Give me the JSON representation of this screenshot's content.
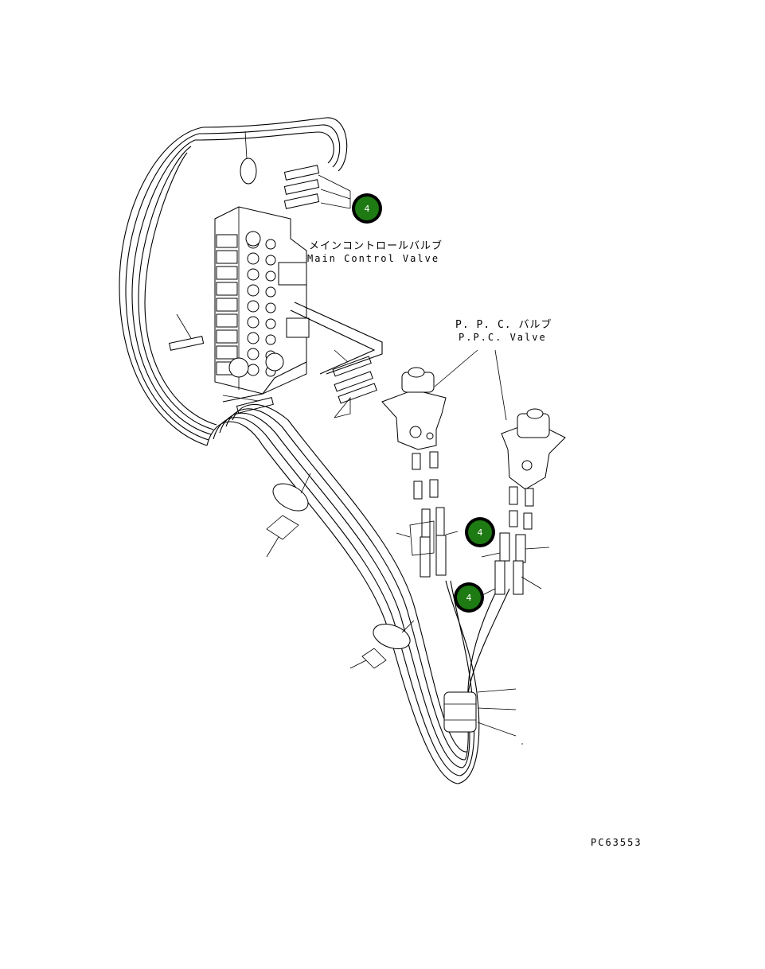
{
  "labels": {
    "main_valve_jp": "メインコントロールバルブ",
    "main_valve_en": "Main Control Valve",
    "ppc_jp": "P. P. C. バルブ",
    "ppc_en": "P.P.C. Valve",
    "drawing_code": "PC63553"
  },
  "callouts": [
    {
      "number": "4"
    },
    {
      "number": "4"
    },
    {
      "number": "4"
    }
  ],
  "colors": {
    "callout_fill": "#1e7a12",
    "callout_ring": "#000000",
    "callout_text": "#ffffff"
  }
}
